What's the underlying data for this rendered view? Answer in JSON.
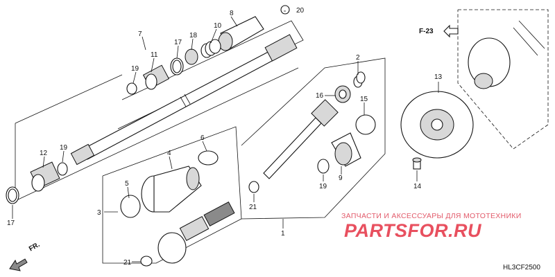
{
  "callouts": {
    "c1": "1",
    "c2": "2",
    "c3": "3",
    "c4": "4",
    "c5": "5",
    "c6": "6",
    "c7": "7",
    "c8": "8",
    "c9": "9",
    "c10": "10",
    "c11": "11",
    "c12": "12",
    "c13": "13",
    "c14": "14",
    "c15": "15",
    "c16": "16",
    "c17a": "17",
    "c17b": "17",
    "c18": "18",
    "c19a": "19",
    "c19b": "19",
    "c19c": "19",
    "c20": "20",
    "c21a": "21",
    "c21b": "21"
  },
  "reference": "F-23",
  "front_marker": "FR.",
  "diagram_code": "HL3CF2500",
  "watermark": {
    "line1": "ЗАПЧАСТИ И АКСЕССУАРЫ ДЛЯ МОТОТЕХНИКИ",
    "line2": "PARTSFOR.RU"
  },
  "colors": {
    "watermark": "#e8505f",
    "line": "#111111"
  }
}
